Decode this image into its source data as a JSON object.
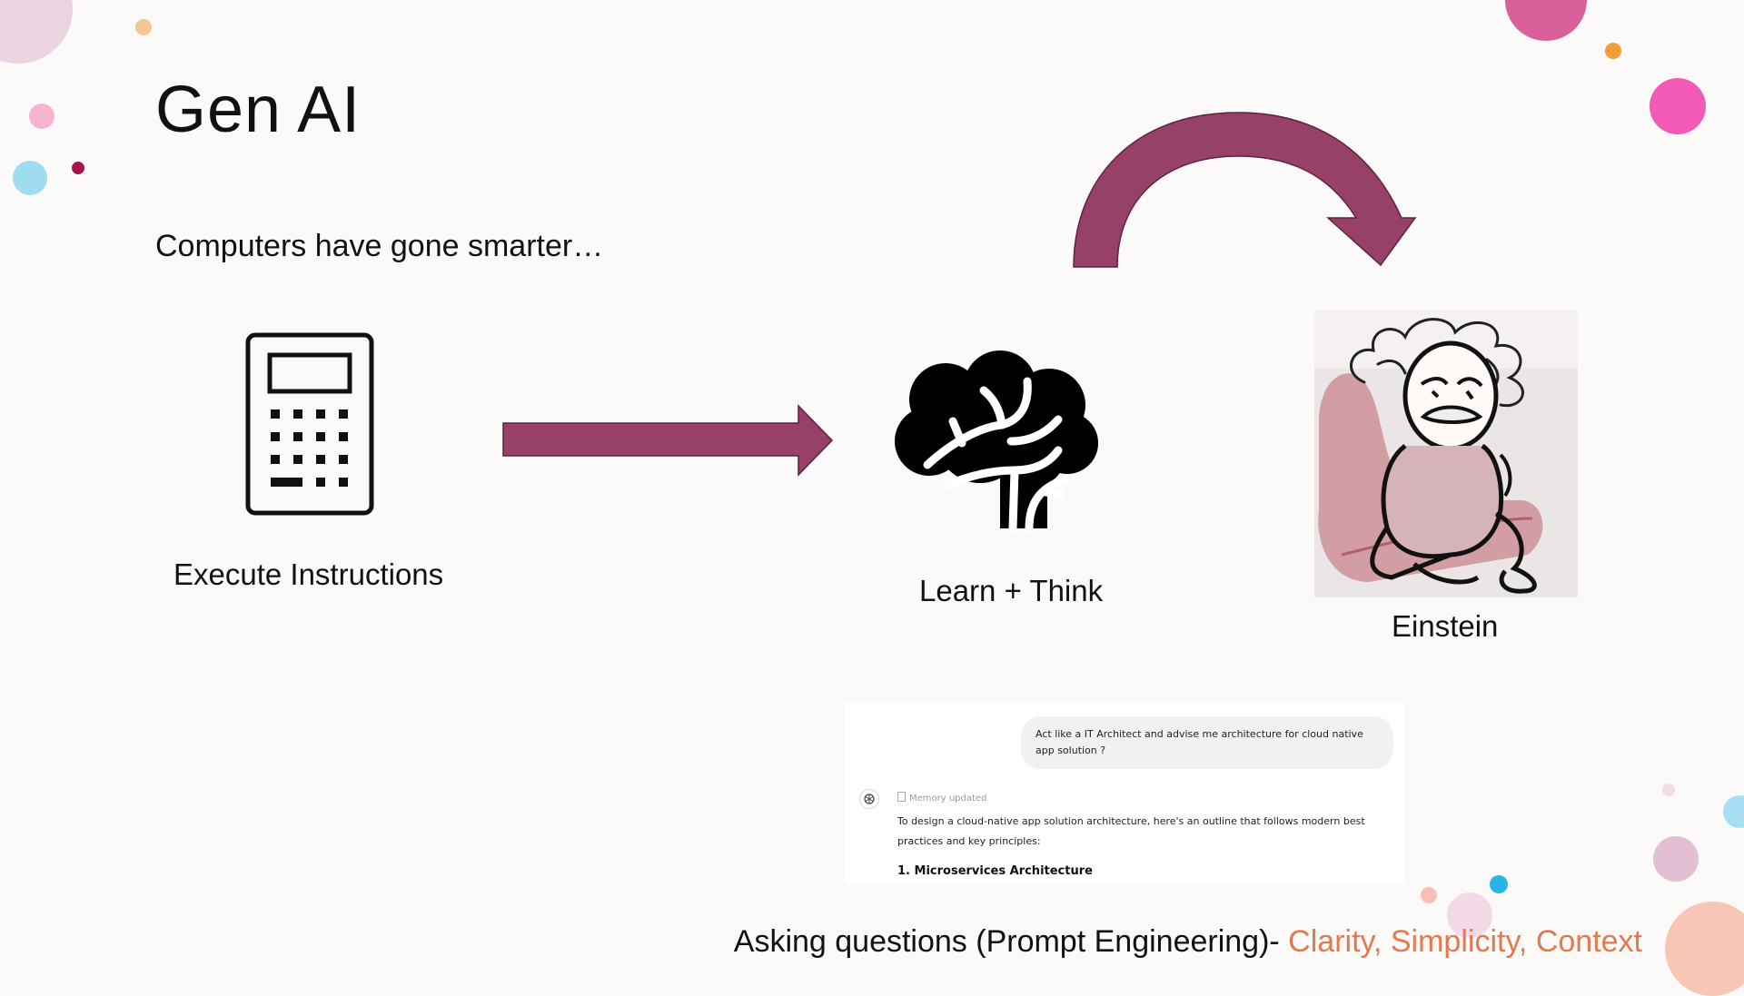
{
  "slide": {
    "title": "Gen AI",
    "subtitle": "Computers have gone smarter…",
    "captions": {
      "calculator": "Execute Instructions",
      "brain": "Learn + Think",
      "einstein": "Einstein"
    },
    "icons": {
      "calculator": "calculator-icon",
      "brain": "brain-icon",
      "einstein": "einstein-sketch",
      "right_arrow": "right-arrow-icon",
      "curved_arrow": "curved-arrow-icon"
    },
    "footer": {
      "prefix": "Asking questions (Prompt Engineering)- ",
      "highlight": "Clarity, Simplicity, Context"
    },
    "colors": {
      "background": "#fcfaf9",
      "arrow": "#974169",
      "accent": "#e07a4f"
    }
  },
  "chat_screenshot": {
    "user_message": "Act like a IT Architect and advise me architecture for cloud native app solution ?",
    "memory_status": "Memory updated",
    "response": "To design a cloud-native app solution architecture, here's an outline that follows modern best practices and key principles:",
    "section_heading": "1. Microservices Architecture"
  }
}
